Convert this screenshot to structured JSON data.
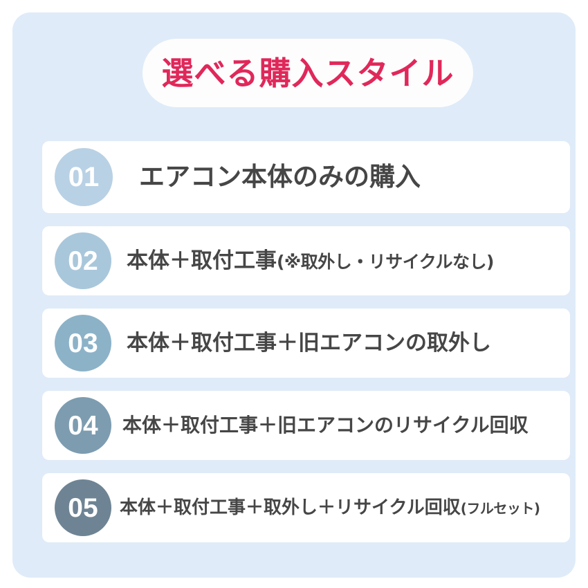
{
  "theme": {
    "page_background": "#ffffff",
    "panel_background": "#dfebf8",
    "card_background": "#ffffff",
    "title_color": "#e0285a",
    "label_color": "#464646"
  },
  "header": {
    "title": "選べる購入スタイル",
    "pill_background": "#fdfdfd"
  },
  "options": [
    {
      "number": "01",
      "label": "エアコン本体のみの購入",
      "note": "",
      "badge_color": "#b9d1e4"
    },
    {
      "number": "02",
      "label": "本体＋取付工事",
      "note": "(※取外し・リサイクルなし)",
      "badge_color": "#a9c7db"
    },
    {
      "number": "03",
      "label": "本体＋取付工事＋旧エアコンの取外し",
      "note": "",
      "badge_color": "#8cb2c8"
    },
    {
      "number": "04",
      "label": "本体＋取付工事＋旧エアコンのリサイクル回収",
      "note": "",
      "badge_color": "#7d9cb0"
    },
    {
      "number": "05",
      "label": "本体＋取付工事＋取外し＋リサイクル回収",
      "note": "(フルセット)",
      "badge_color": "#6e8494"
    }
  ]
}
